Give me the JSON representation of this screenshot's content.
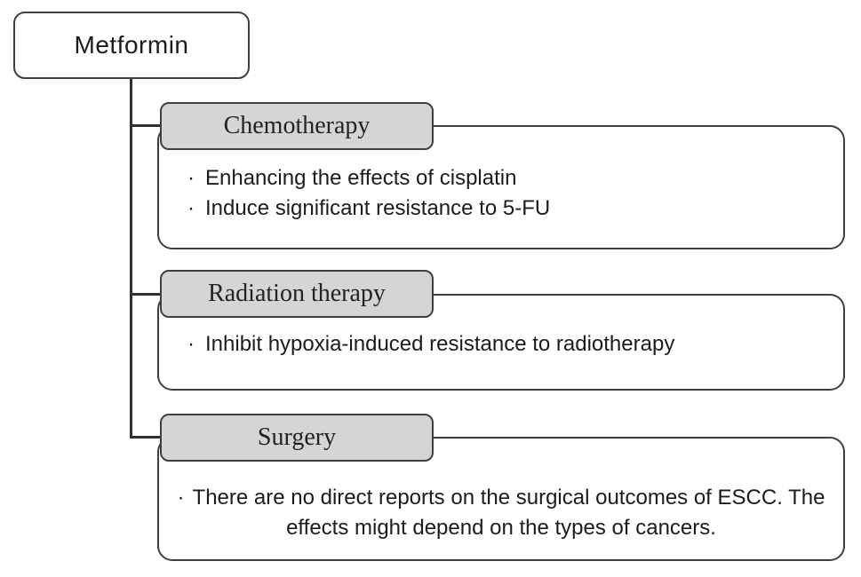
{
  "diagram": {
    "root": {
      "label": "Metformin"
    },
    "bullet_glyph": "·",
    "sections": [
      {
        "title": "Chemotherapy",
        "bullets": [
          "Enhancing the effects of cisplatin",
          "Induce significant resistance to 5-FU"
        ]
      },
      {
        "title": "Radiation therapy",
        "bullets": [
          "Inhibit hypoxia-induced resistance to radiotherapy"
        ]
      },
      {
        "title": "Surgery",
        "bullets": [
          "There are no direct reports on the surgical outcomes of ESCC. The effects might depend on the types of cancers."
        ]
      }
    ]
  },
  "colors": {
    "background": "#ffffff",
    "box_fill": "#ffffff",
    "header_fill": "#d5d5d5",
    "border": "#3f3f3f",
    "connector": "#303030",
    "text": "#1c1c1c"
  }
}
